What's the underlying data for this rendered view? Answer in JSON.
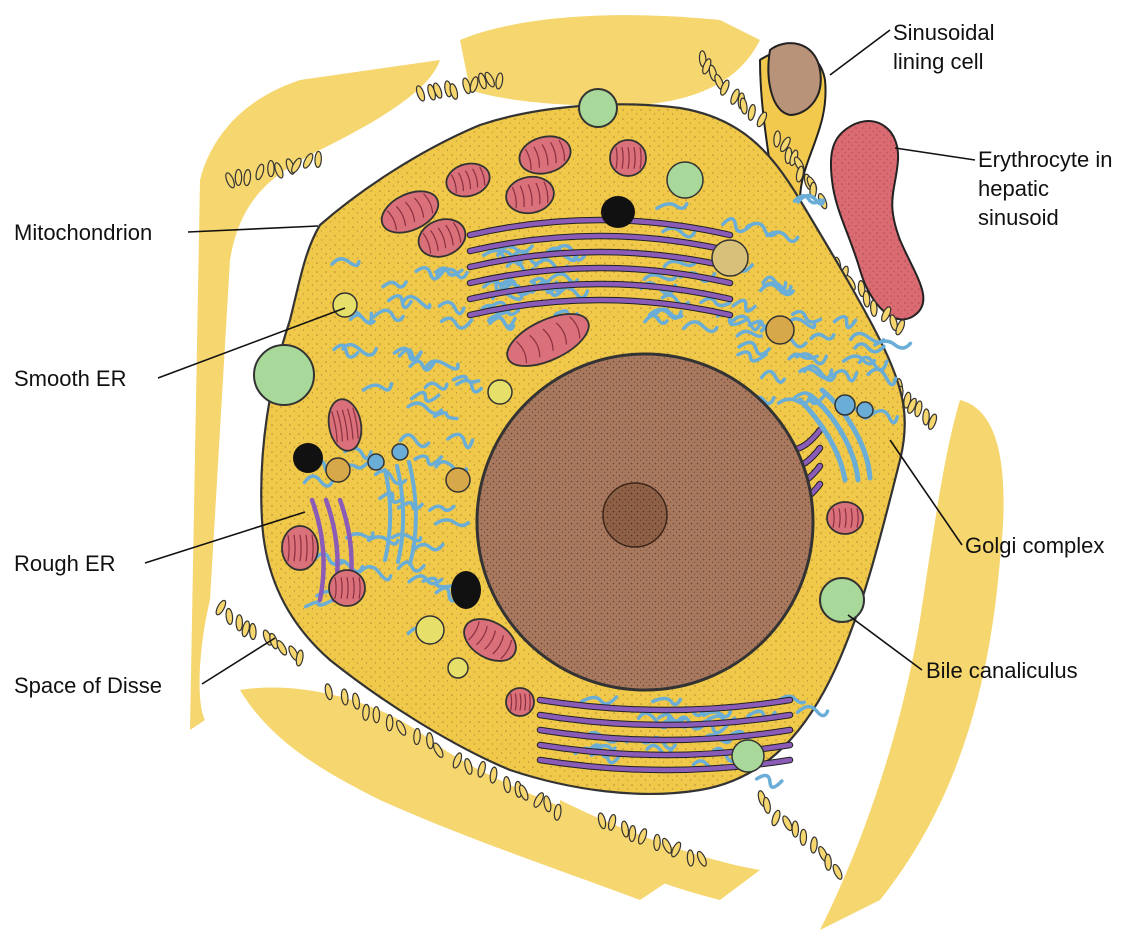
{
  "labels": {
    "sinusoidal_lining_cell": [
      "Sinusoidal",
      "lining cell"
    ],
    "erythrocyte": [
      "Erythrocyte in",
      "hepatic",
      "sinusoid"
    ],
    "mitochondrion": "Mitochondrion",
    "smooth_er": "Smooth ER",
    "rough_er": "Rough ER",
    "space_of_disse": "Space of Disse",
    "golgi_complex": "Golgi complex",
    "bile_canaliculus": "Bile canaliculus"
  },
  "colors": {
    "cytoplasm": "#f0c84a",
    "surrounding": "#f6d66e",
    "nucleus": "#a9795f",
    "mitochondria": "#d9707a",
    "smooth_er": "#6aaed8",
    "rough_er": "#8a5cb8",
    "golgi_vesicles": "#a9d99a",
    "lipid_droplets": "#111111",
    "erythrocyte": "#db6b72",
    "lining_cell_nucleus": "#b9927a"
  }
}
